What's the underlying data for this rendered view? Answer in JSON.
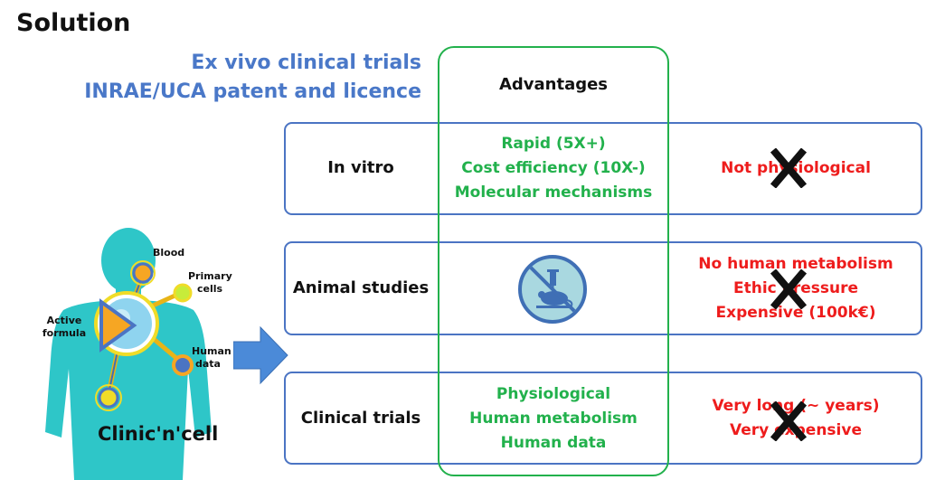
{
  "title": "Solution",
  "subtitle": {
    "line1": "Ex vivo clinical trials",
    "line2": "INRAE/UCA patent and licence"
  },
  "advantages_header": "Advantages",
  "rows": [
    {
      "label": "In vitro",
      "advantages": [
        "Rapid (5X+)",
        "Cost efficiency (10X-)",
        "Molecular mechanisms"
      ],
      "disadvantages": [
        "Not physiological"
      ]
    },
    {
      "label": "Animal studies",
      "advantages_icon": "no-animal-testing-icon",
      "disadvantages": [
        "No human metabolism",
        "Ethic pressure",
        "Expensive (100k€)"
      ]
    },
    {
      "label": "Clinical trials",
      "advantages": [
        "Physiological",
        "Human metabolism",
        "Human data"
      ],
      "disadvantages": [
        "Very long (~ years)",
        "Very expensive"
      ]
    }
  ],
  "figure": {
    "brand": "Clinic'n'cell",
    "labels": {
      "blood": "Blood",
      "primary_cells": [
        "Primary",
        "cells"
      ],
      "active_formula": [
        "Active",
        "formula"
      ],
      "human_data": [
        "Human",
        "data"
      ]
    }
  },
  "colors": {
    "blue": "#4b74c3",
    "green": "#22b14c",
    "red": "#ee1c1c",
    "body": "#2ec6c8"
  }
}
